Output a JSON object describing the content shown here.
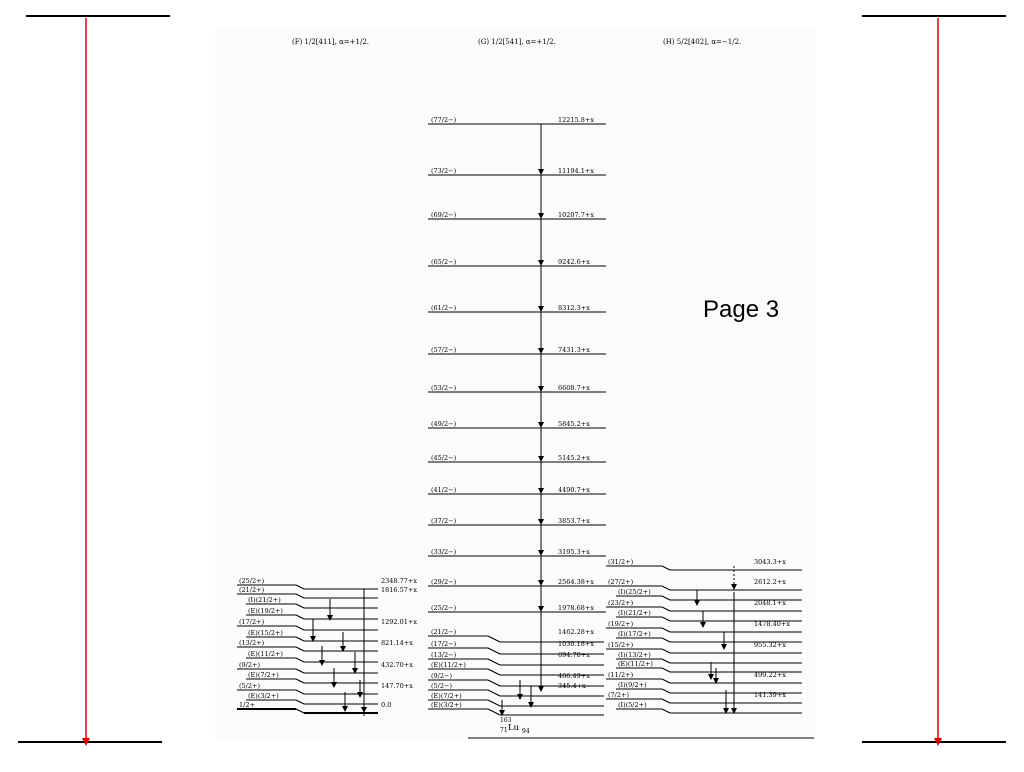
{
  "slide": {
    "page_label": "Page 3",
    "colors": {
      "arrow": "#e00000",
      "line": "#000000",
      "scheme_bg": "#fbfbfb"
    }
  },
  "bands": {
    "F": {
      "title": "(F) 1/2[411], α=+1/2.",
      "levels": [
        {
          "spin": "(25/2+)",
          "energy": "2348.77+x"
        },
        {
          "spin": "(21/2+)",
          "energy": "1816.57+x"
        },
        {
          "spin": "(I)(21/2+)",
          "energy": ""
        },
        {
          "spin": "(E)(19/2+)",
          "energy": ""
        },
        {
          "spin": "(17/2+)",
          "energy": "1292.01+x"
        },
        {
          "spin": "(E)(15/2+)",
          "energy": ""
        },
        {
          "spin": "(13/2+)",
          "energy": "821.14+x"
        },
        {
          "spin": "(E)(11/2+)",
          "energy": ""
        },
        {
          "spin": "(9/2+)",
          "energy": "432.70+x"
        },
        {
          "spin": "(E)(7/2+)",
          "energy": ""
        },
        {
          "spin": "(5/2+)",
          "energy": "147.70+x"
        },
        {
          "spin": "(E)(3/2+)",
          "energy": ""
        },
        {
          "spin": "1/2+",
          "energy": "0.0"
        }
      ]
    },
    "G": {
      "title": "(G) 1/2[541], α=+1/2.",
      "levels": [
        {
          "spin": "(77/2−)",
          "energy": "12215.8+x"
        },
        {
          "spin": "(73/2−)",
          "energy": "11194.1+x"
        },
        {
          "spin": "(69/2−)",
          "energy": "10207.7+x"
        },
        {
          "spin": "(65/2−)",
          "energy": "9242.6+x"
        },
        {
          "spin": "(61/2−)",
          "energy": "8312.3+x"
        },
        {
          "spin": "(57/2−)",
          "energy": "7431.3+x"
        },
        {
          "spin": "(53/2−)",
          "energy": "6608.7+x"
        },
        {
          "spin": "(49/2−)",
          "energy": "5845.2+x"
        },
        {
          "spin": "(45/2−)",
          "energy": "5145.2+x"
        },
        {
          "spin": "(41/2−)",
          "energy": "4490.7+x"
        },
        {
          "spin": "(37/2−)",
          "energy": "3853.7+x"
        },
        {
          "spin": "(33/2−)",
          "energy": "3195.3+x"
        },
        {
          "spin": "(29/2−)",
          "energy": "2564.38+x"
        },
        {
          "spin": "(25/2−)",
          "energy": "1978.68+x"
        },
        {
          "spin": "(21/2−)",
          "energy": "1462.28+x"
        },
        {
          "spin": "(17/2−)",
          "energy": "1030.18+x"
        },
        {
          "spin": "(13/2−)",
          "energy": "694.78+x"
        },
        {
          "spin": "(E)(11/2+)",
          "energy": ""
        },
        {
          "spin": "(9/2−)",
          "energy": "466.49+x"
        },
        {
          "spin": "(5/2−)",
          "energy": "345.4+x"
        },
        {
          "spin": "(E)(7/2+)",
          "energy": ""
        },
        {
          "spin": "(E)(3/2+)",
          "energy": ""
        }
      ]
    },
    "H": {
      "title": "(H) 5/2[402], α=−1/2.",
      "levels": [
        {
          "spin": "(31/2+)",
          "energy": "3043.3+x"
        },
        {
          "spin": "(27/2+)",
          "energy": "2612.2+x"
        },
        {
          "spin": "(I)(25/2+)",
          "energy": ""
        },
        {
          "spin": "(23/2+)",
          "energy": "2048.1+x"
        },
        {
          "spin": "(I)(21/2+)",
          "energy": ""
        },
        {
          "spin": "(19/2+)",
          "energy": "1478.40+x"
        },
        {
          "spin": "(I)(17/2+)",
          "energy": ""
        },
        {
          "spin": "(15/2+)",
          "energy": "955.32+x"
        },
        {
          "spin": "(I)(13/2+)",
          "energy": ""
        },
        {
          "spin": "(E)(11/2+)",
          "energy": ""
        },
        {
          "spin": "(11/2+)",
          "energy": "499.22+x"
        },
        {
          "spin": "(I)(9/2+)",
          "energy": ""
        },
        {
          "spin": "(7/2+)",
          "energy": "141.39+x"
        },
        {
          "spin": "(I)(5/2+)",
          "energy": ""
        }
      ]
    }
  },
  "nucleus": {
    "mass": "163",
    "z": "71",
    "symbol": "Lu",
    "n": "94"
  }
}
